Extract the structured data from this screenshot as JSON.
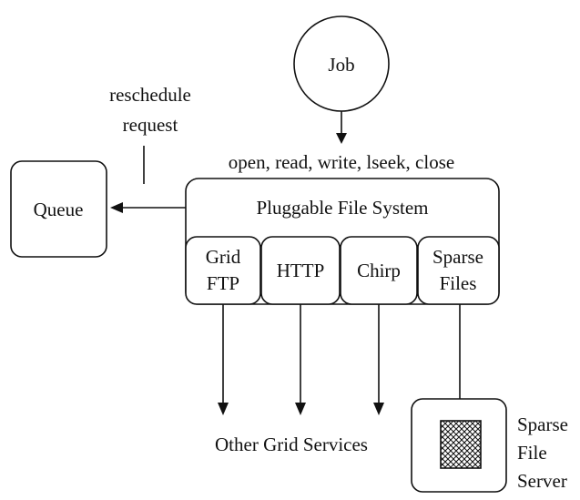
{
  "nodes": {
    "job": "Job",
    "queue": "Queue",
    "pfs": "Pluggable File System",
    "gridftp": [
      "Grid",
      "FTP"
    ],
    "http": "HTTP",
    "chirp": "Chirp",
    "sparse_files": [
      "Sparse",
      "Files"
    ],
    "sparse_file_server": [
      "Sparse",
      "File",
      "Server"
    ],
    "other_services": "Other Grid Services"
  },
  "edges": {
    "syscalls": "open, read, write, lseek, close",
    "reschedule": [
      "reschedule",
      "request"
    ]
  }
}
